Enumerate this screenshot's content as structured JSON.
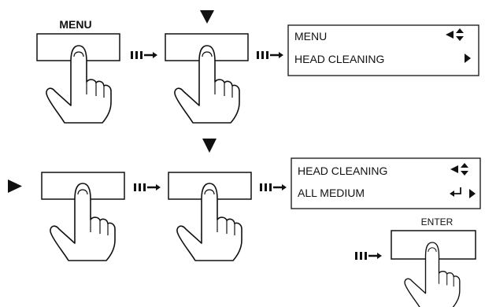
{
  "keys": {
    "menu_label": "MENU",
    "enter_label": "ENTER"
  },
  "screens": [
    {
      "line1": "MENU",
      "line2": "HEAD CLEANING"
    },
    {
      "line1": "HEAD CLEANING",
      "line2": "ALL  MEDIUM"
    }
  ],
  "icons": {
    "down_triangle": "down-triangle-icon",
    "right_triangle": "right-triangle-icon",
    "flow_arrow": "flow-arrow-icon",
    "press_hand": "pressing-finger-icon",
    "left_right_up_down": "cursor-keys-indicator-icon",
    "return": "return-arrow-icon"
  }
}
